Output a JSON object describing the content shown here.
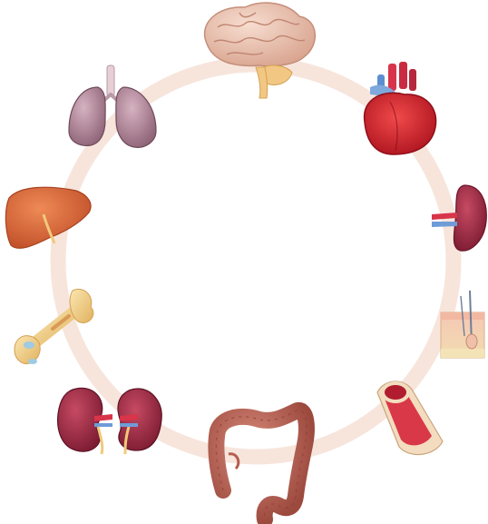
{
  "diagram": {
    "ring_color": "#f6e2d8",
    "organs": [
      {
        "name": "brain"
      },
      {
        "name": "heart"
      },
      {
        "name": "spleen"
      },
      {
        "name": "skin"
      },
      {
        "name": "blood-vessel"
      },
      {
        "name": "colon"
      },
      {
        "name": "kidneys"
      },
      {
        "name": "bone"
      },
      {
        "name": "liver"
      },
      {
        "name": "lungs"
      }
    ]
  }
}
